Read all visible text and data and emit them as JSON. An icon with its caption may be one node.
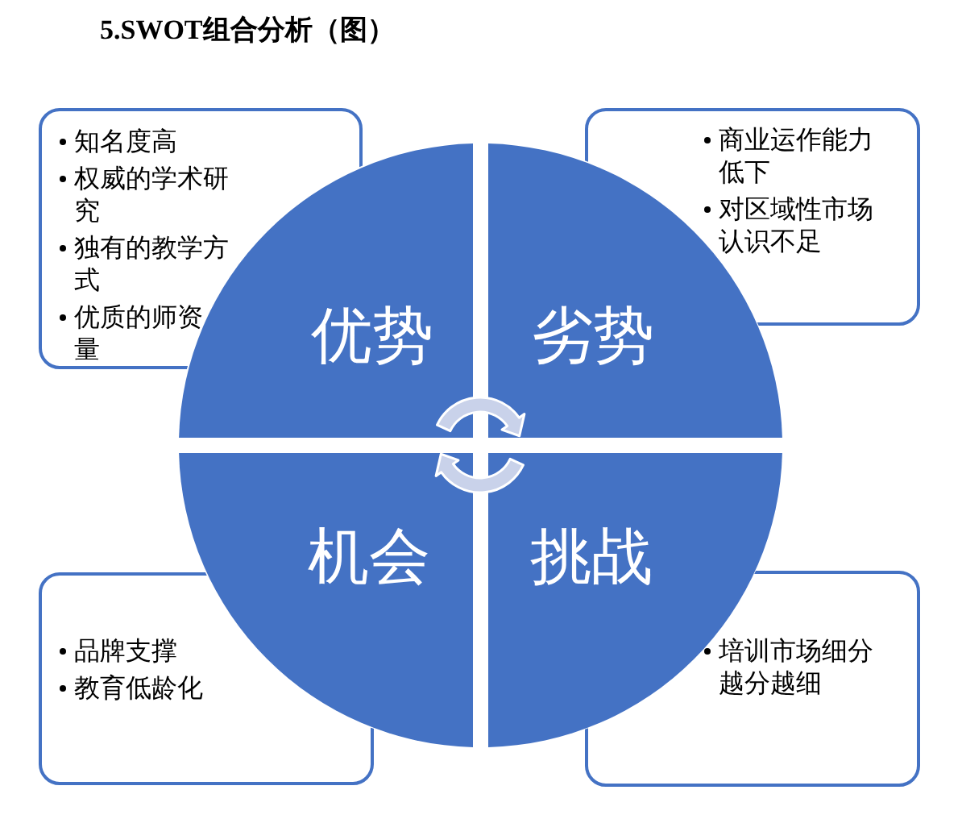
{
  "diagram": {
    "title": "5.SWOT组合分析（图）",
    "nodes": [
      {
        "text": [
          "知名度高",
          "权威的学术研究",
          "独有的教学方式",
          "优质的师资量"
        ]
      },
      {
        "text": [
          "商业运作能力低下",
          "对区域性市场认识不足"
        ]
      },
      {
        "text": [
          "优势"
        ]
      },
      {
        "text": [
          "劣势"
        ]
      },
      {
        "text": [
          "机会"
        ]
      },
      {
        "text": [
          "挑战"
        ]
      },
      {
        "text": [
          "品牌支撑",
          "教育低龄化"
        ]
      },
      {
        "text": [
          "培训市场细分越分越细"
        ]
      }
    ]
  }
}
